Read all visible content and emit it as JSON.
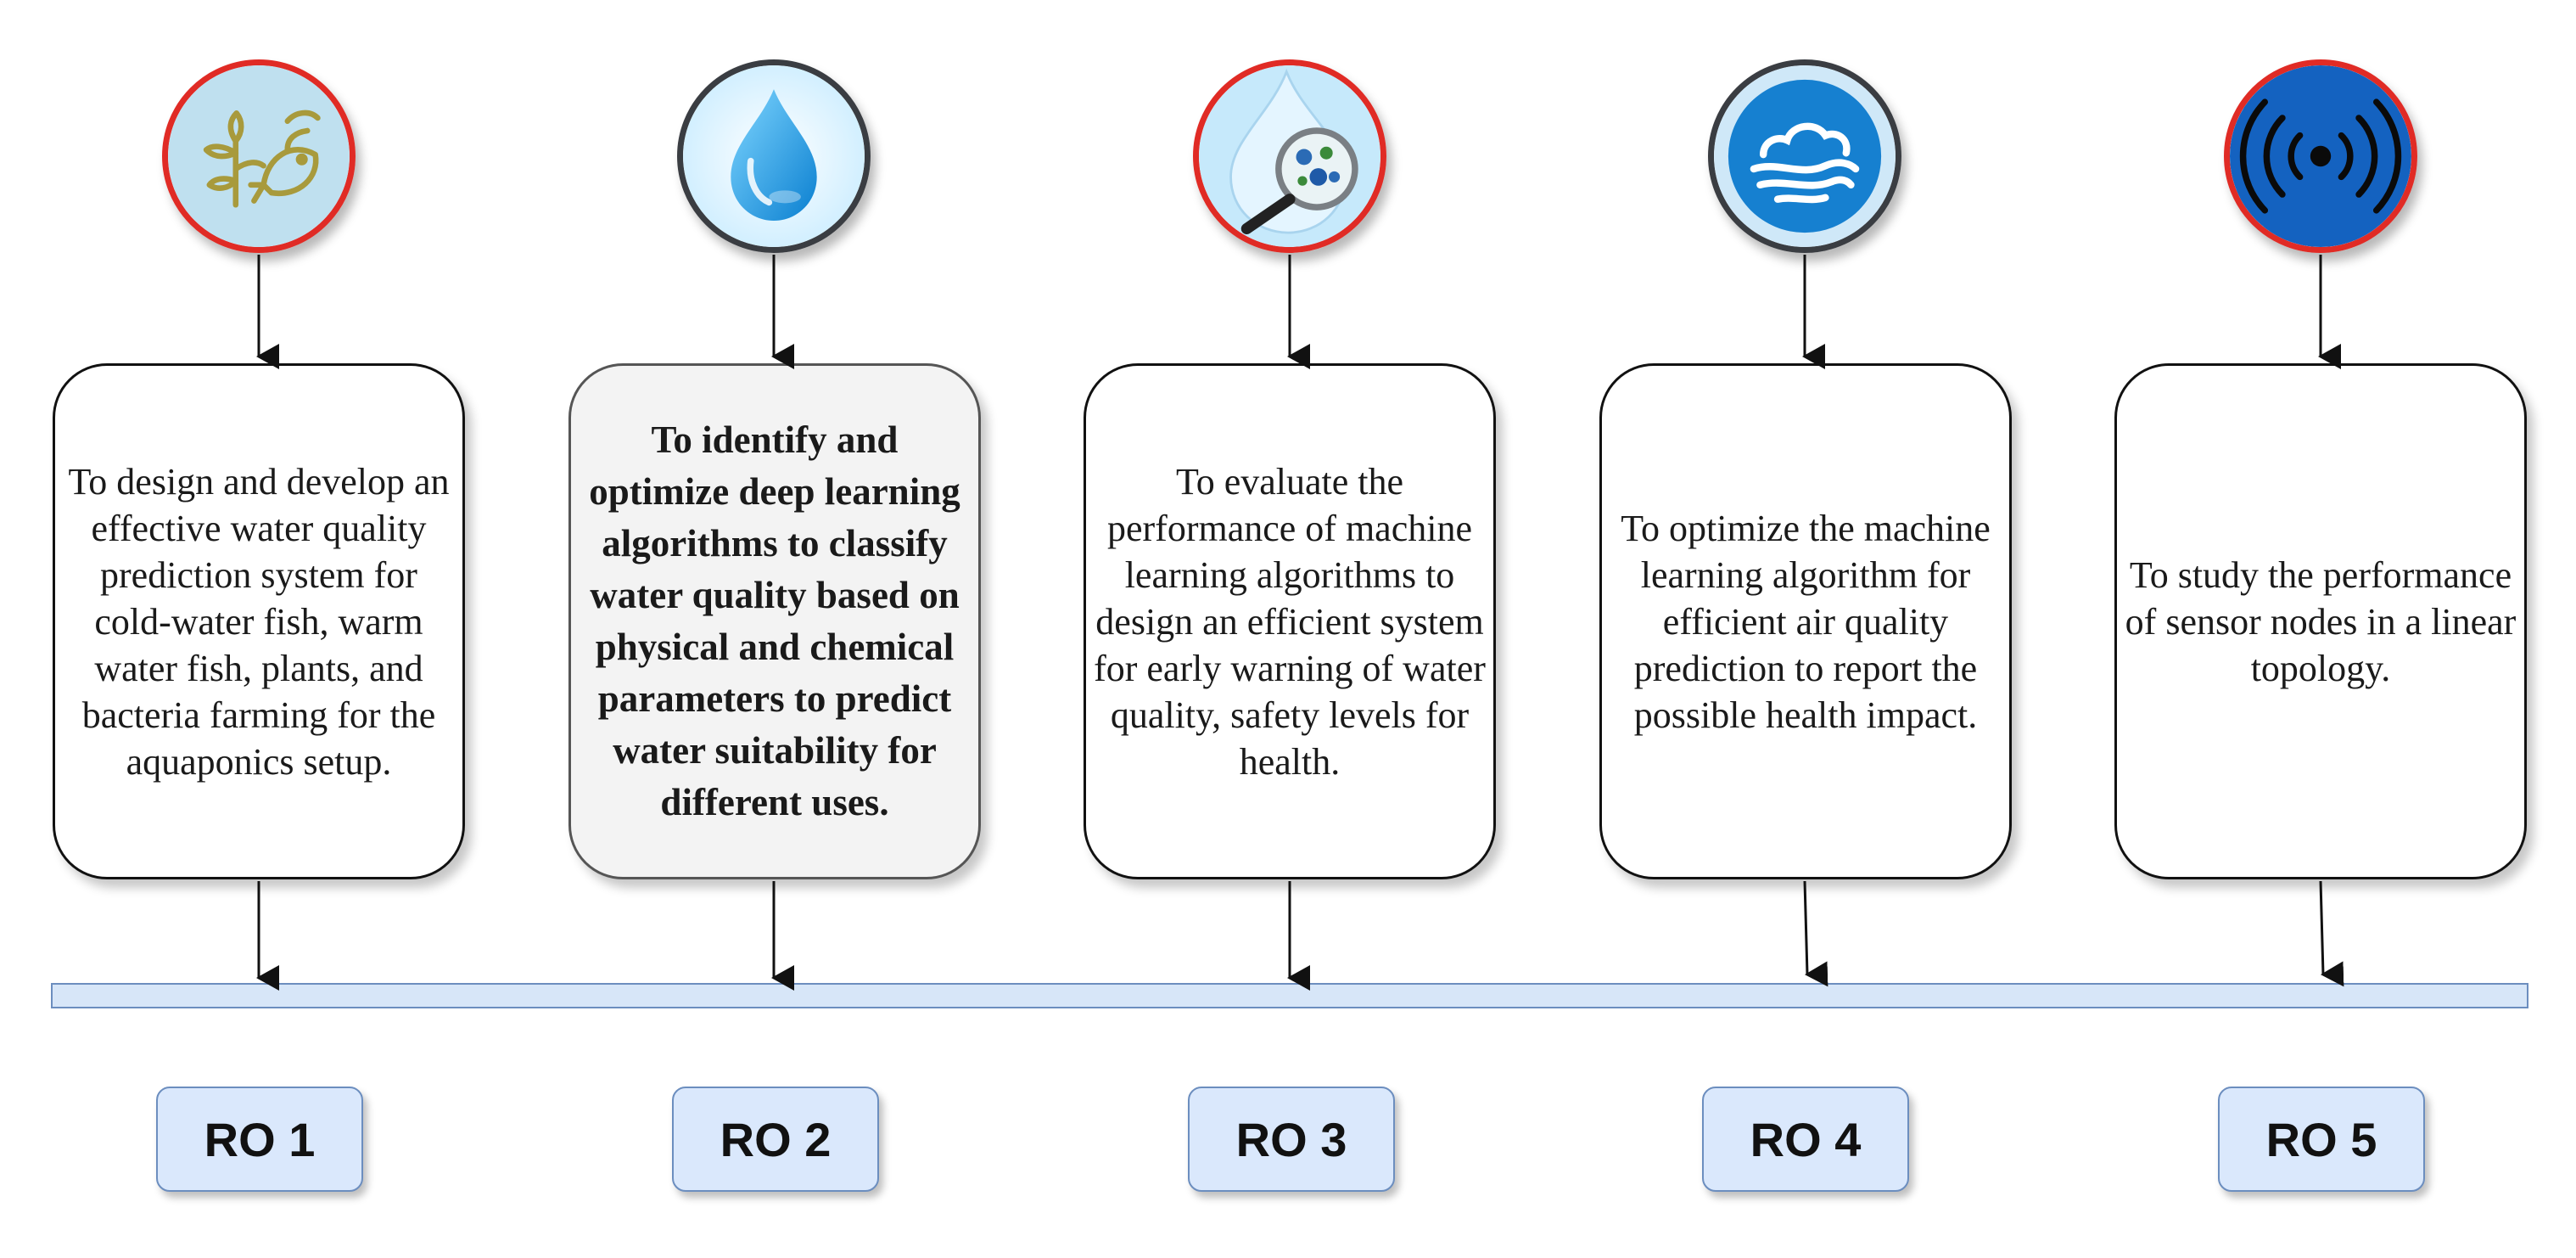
{
  "objectives": [
    {
      "text": "To design and develop an effective water quality prediction system for cold-water fish, warm water fish, plants, and bacteria farming for the aquaponics setup.",
      "label": "RO 1",
      "icon": "aquaponics-fish-plant-icon"
    },
    {
      "text": "To identify and optimize deep learning algorithms to classify water quality based on physical and chemical parameters to predict water suitability for different uses.",
      "label": "RO 2",
      "icon": "water-drop-icon"
    },
    {
      "text": "To evaluate the performance of machine learning algorithms to design an efficient system for early warning of water quality, safety levels for health.",
      "label": "RO 3",
      "icon": "water-magnifier-bacteria-icon"
    },
    {
      "text": "To optimize the machine learning algorithm for efficient air quality prediction to report the possible health impact.",
      "label": "RO 4",
      "icon": "air-cloud-wind-icon"
    },
    {
      "text": "To study the performance of sensor nodes in a linear topology.",
      "label": "RO 5",
      "icon": "sensor-signal-icon"
    }
  ],
  "colors": {
    "icon_border_red": "#e02b25",
    "icon_border_dark": "#3a3d42",
    "timeline_fill": "#d7e6f8",
    "label_fill": "#dae8fc",
    "label_border": "#6c8ebf"
  }
}
